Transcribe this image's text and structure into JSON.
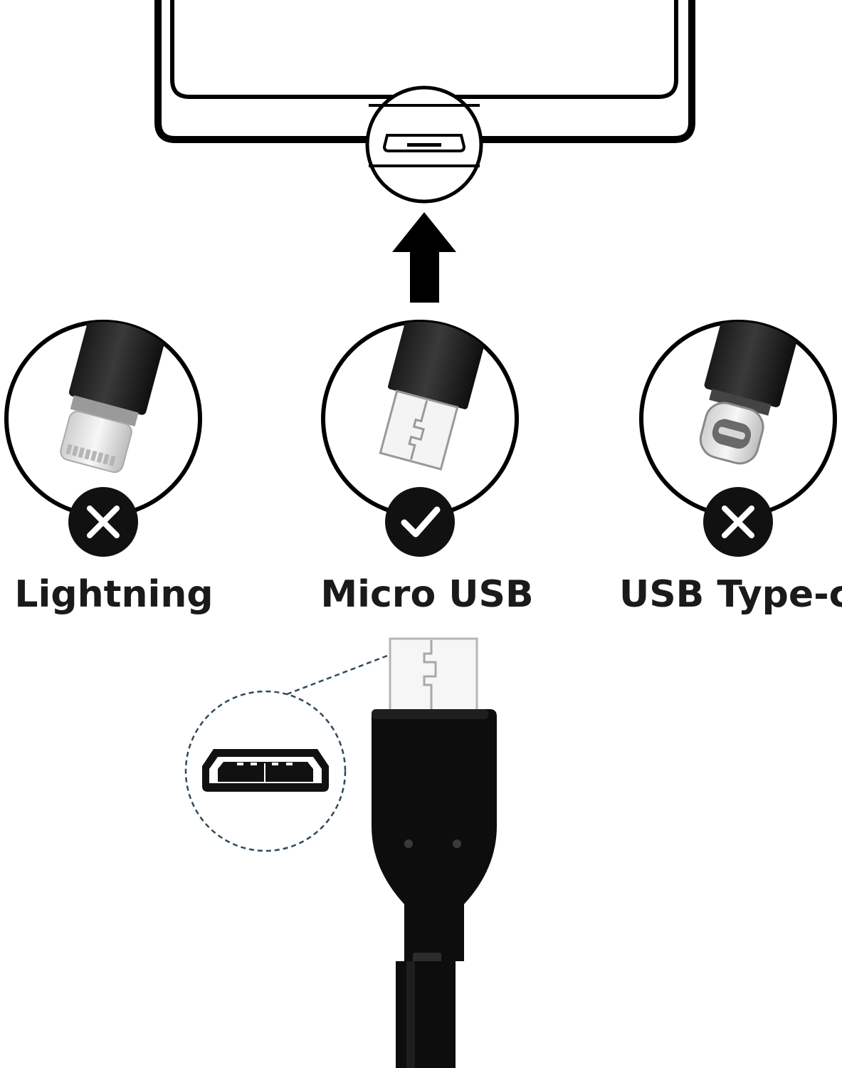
{
  "options": [
    {
      "label": "Lightning",
      "compatible": false,
      "status_icon": "x-icon"
    },
    {
      "label": "Micro USB",
      "compatible": true,
      "status_icon": "check-icon"
    },
    {
      "label": "USB Type-c",
      "compatible": false,
      "status_icon": "x-icon"
    }
  ],
  "colors": {
    "ink": "#000000",
    "cable": "#0d0d0d",
    "metal": "#e6e6e6",
    "dashed_circle": "#2f4a5a",
    "background": "#ffffff"
  }
}
